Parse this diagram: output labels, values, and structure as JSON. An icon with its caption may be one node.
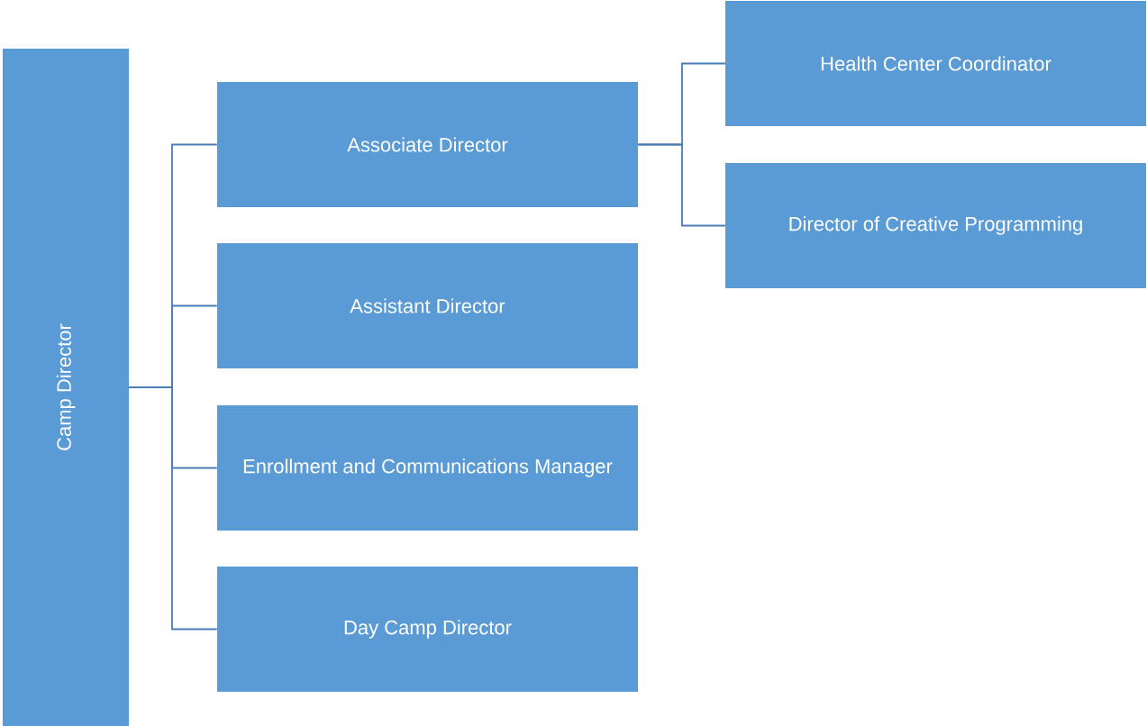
{
  "diagram": {
    "nodes": [
      {
        "text": [
          "Camp Director"
        ]
      },
      {
        "text": [
          "Associate Director"
        ]
      },
      {
        "text": [
          "Assistant Director"
        ]
      },
      {
        "text": [
          "Enrollment and Communications Manager"
        ]
      },
      {
        "text": [
          "Day Camp Director"
        ]
      },
      {
        "text": [
          "Health Center Coordinator"
        ]
      },
      {
        "text": [
          "Director of Creative Programming"
        ]
      }
    ],
    "edges": [
      {
        "from": 0,
        "to": 1,
        "arrow": "none"
      },
      {
        "from": 0,
        "to": 2,
        "arrow": "none"
      },
      {
        "from": 0,
        "to": 3,
        "arrow": "none"
      },
      {
        "from": 0,
        "to": 4,
        "arrow": "none"
      },
      {
        "from": 1,
        "to": 5,
        "arrow": "none"
      },
      {
        "from": 1,
        "to": 6,
        "arrow": "none"
      }
    ]
  }
}
